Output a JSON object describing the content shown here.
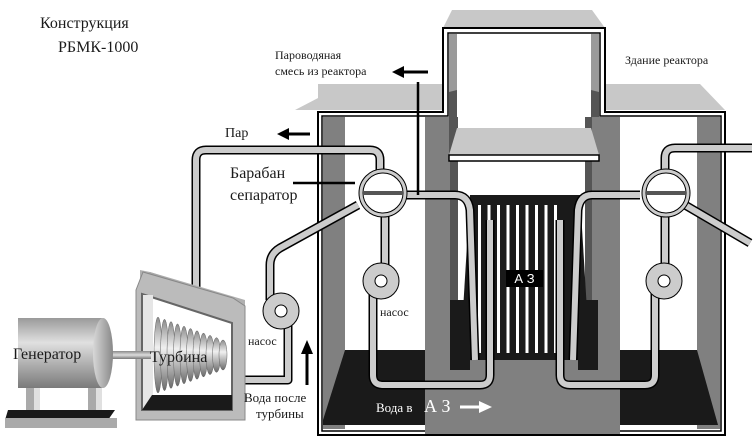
{
  "title": {
    "line1": "Конструкция",
    "line2": "РБМК-1000"
  },
  "labels": {
    "steam_water_mix_line1": "Пароводяная",
    "steam_water_mix_line2": "смесь из реактора",
    "reactor_building": "Здание реактора",
    "steam": "Пар",
    "drum_separator_line1": "Барабан",
    "drum_separator_line2": "сепаратор",
    "core": "А З",
    "pump_left": "насос",
    "pump_center": "насос",
    "water_after_turbine_line1": "Вода после",
    "water_after_turbine_line2": "турбины",
    "water_to_core_prefix": "Вода в",
    "water_to_core_suffix": "А З",
    "generator": "Генератор",
    "turbine": "Турбина"
  },
  "colors": {
    "pipe": "#cccccc",
    "wall_dark": "#808080",
    "wall_darker": "#555555",
    "floor": "#1a1a1a",
    "roof": "#c8c8c8",
    "outline": "#000000"
  }
}
